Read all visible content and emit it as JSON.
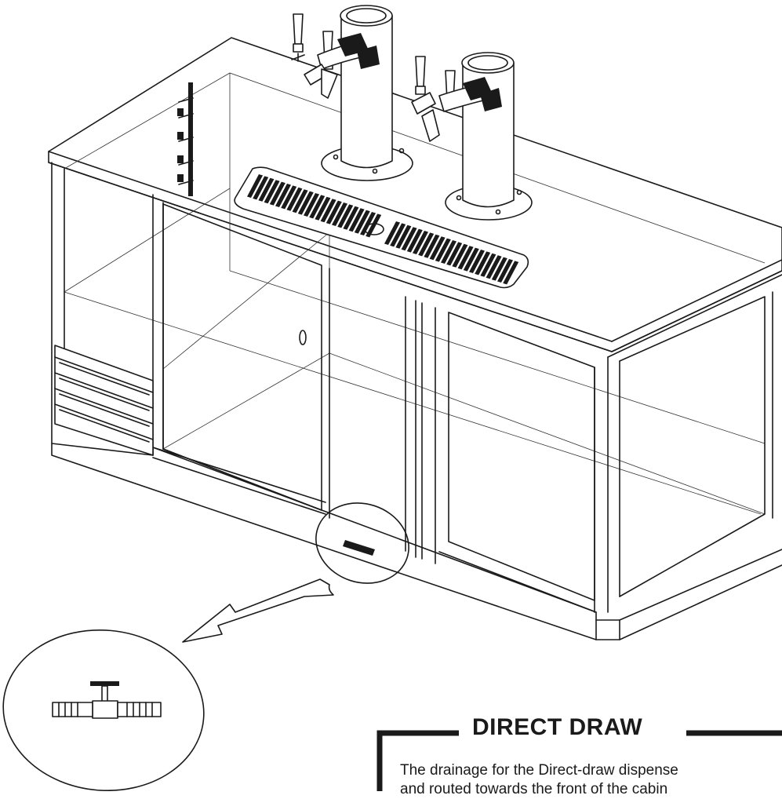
{
  "section": {
    "title": "DIRECT DRAW",
    "body_lines": [
      "The drainage for the Direct-draw dispense",
      "and routed towards the front of the cabin"
    ]
  },
  "icons": [
    "tap-handle-icon",
    "drain-valve-icon",
    "callout-arrow-icon"
  ],
  "colors": {
    "line": "#1a1a1a",
    "background": "#ffffff"
  }
}
